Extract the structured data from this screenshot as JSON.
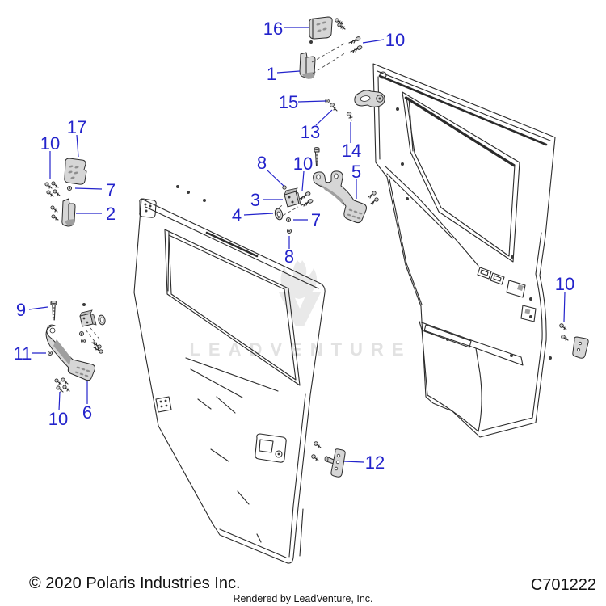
{
  "diagram": {
    "watermark_text": "LEADVENTURE",
    "footer": {
      "copyright": "© 2020 Polaris Industries Inc.",
      "part_code": "C701222",
      "rendered_by": "Rendered by LeadVenture, Inc."
    },
    "colors": {
      "callout": "#2323cb",
      "line_art": "#2b2b2b",
      "watermark": "#e9e9e9"
    },
    "callouts": {
      "n16": {
        "label": "16"
      },
      "n10a": {
        "label": "10"
      },
      "n1": {
        "label": "1"
      },
      "n15": {
        "label": "15"
      },
      "n13": {
        "label": "13"
      },
      "n14": {
        "label": "14"
      },
      "n5": {
        "label": "5"
      },
      "n8a": {
        "label": "8"
      },
      "n10b": {
        "label": "10"
      },
      "n3": {
        "label": "3"
      },
      "n4": {
        "label": "4"
      },
      "n7a": {
        "label": "7"
      },
      "n8b": {
        "label": "8"
      },
      "n17": {
        "label": "17"
      },
      "n10c": {
        "label": "10"
      },
      "n7b": {
        "label": "7"
      },
      "n2": {
        "label": "2"
      },
      "n9": {
        "label": "9"
      },
      "n11": {
        "label": "11"
      },
      "n6": {
        "label": "6"
      },
      "n10d": {
        "label": "10"
      },
      "n12": {
        "label": "12"
      },
      "n10e": {
        "label": "10"
      }
    }
  }
}
